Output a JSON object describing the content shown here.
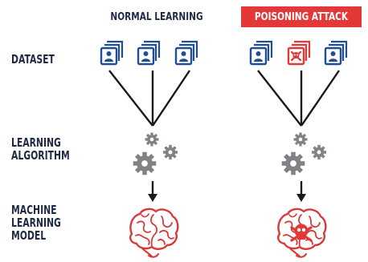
{
  "header": {
    "normal": "NORMAL LEARNING",
    "poison": "POISONING ATTACK"
  },
  "rows": {
    "dataset": [
      "DATASET"
    ],
    "algorithm": [
      "LEARNING",
      "ALGORITHM"
    ],
    "model": [
      "MACHINE",
      "LEARNING",
      "MODEL"
    ]
  },
  "colors": {
    "navy": "#1f4e96",
    "dark_text": "#1f2a44",
    "red": "#e33838",
    "gear_gray": "#808285",
    "brain_red": "#d63a3a"
  },
  "icons": {
    "data_card": "user-card-stack-icon",
    "poisoned_card": "skull-crossbones-icon",
    "gears": "gears-icon",
    "brain": "brain-icon"
  }
}
